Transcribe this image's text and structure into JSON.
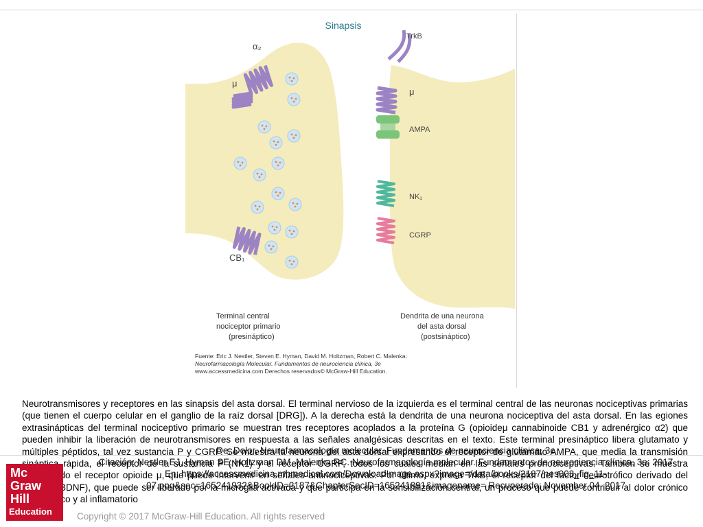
{
  "figure": {
    "title": "Sinapsis",
    "labels_left": {
      "alpha2": "α₂",
      "mu": "μ",
      "cb1": "CB₁"
    },
    "labels_right": {
      "trkb": "TrkB",
      "mu": "μ",
      "ampa": "AMPA",
      "nk1": "NK₁",
      "cgrp": "CGRP"
    },
    "left_terminal_label": [
      "Terminal central",
      "nociceptor primario",
      "(presináptico)"
    ],
    "right_dendrite_label": [
      "Dendrita de una neurona",
      "del asta dorsal",
      "(postsináptico)"
    ],
    "source_lines": [
      "Fuente: Eric J. Nestler, Steven E. Hyman, David M. Holtzman, Robert C. Malenka:",
      "Neurofarmacología Molecular. Fundamentos de neurociencia clínica, 3e",
      "www.accessmedicina.com Derechos reservados© McGraw-Hill Education."
    ],
    "colors": {
      "terminal_fill": "#f4ecbd",
      "receptor_purple": "#9b83c4",
      "receptor_teal": "#4fb89a",
      "receptor_pink": "#e77b9c",
      "ampa_green": "#7bc47a",
      "vesicle": "#cfe4f5",
      "vesicle_dot": "#e28a3b"
    }
  },
  "caption": "Neurotransmisores y receptores en las sinapsis del asta dorsal. El terminal nervioso de la izquierda es el terminal central de las neuronas nociceptivas primarias (que tienen el cuerpo celular en el ganglio de la raíz dorsal [DRG]). A la derecha está la dendrita de una neurona nociceptiva del asta dorsal. En las egiones extrasinápticas del terminal nociceptivo primario se muestran tres receptores acoplados a la proteína G (opioideμ cannabinoide CB1 y adrenérgico α2) que pueden inhibir la liberación de neurotransmisores en respuesta a las señales analgésicas descritas en el texto. Este terminal presináptico libera glutamato y múltiples péptidos, tal vez sustancia P y CGRP. Se muestra la neurona del asta dorsal expresando el receptor de glutamato AMPA, que media la transmisión sináptica rápida, el receptor de la sustancia P (NK1) y el receptor CGRP, todos los cuales median en las señales pronociceptivas. También se muestra expresando el receptor opioide μ, que puede intervenir en señales antinociceptivas. Por último, expresa TrkB, el receptor del factor neurotrófico derivado del cerebro (BDNF), que puede ser liberado por la microglia activada y que participa en la sensibilización central, un proceso que puede contribuir al dolor crónico neuropático y al inflamatorio",
  "citation": {
    "line1": "De: Dolor, Neurofarmacología molecular. Fundamentos de neurociencia clínica, 3e",
    "line2": "Citación: Nestler EJ, Hyman SE, Holtzman DM, Malenka RC. Neurofarmacología molecular. Fundamentos de neurociencia clínica, 3e; 2017",
    "line3": "En: https://accessmedicina.mhmedical.com/DownloadImage.aspx?image=/data/books/2187/nes003_fig_11-",
    "line4": "07.png&sec=165241932&BookID=2187&ChapterSecID=165241891&imagename= Recuperado: November 04, 2017"
  },
  "copyright": "Copyright © 2017 McGraw-Hill Education. All rights reserved",
  "logo": {
    "lines": [
      "Mc",
      "Graw",
      "Hill",
      "Education"
    ]
  }
}
